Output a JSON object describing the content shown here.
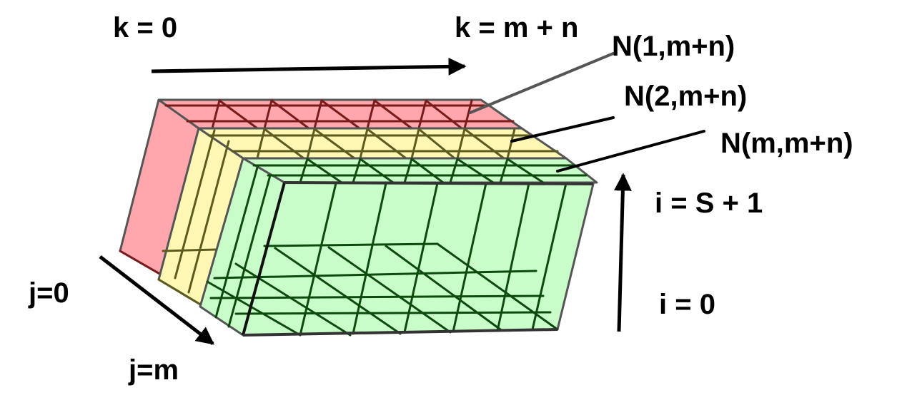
{
  "labels": {
    "k_start": "k = 0",
    "k_end": "k = m + n",
    "layer_1": "N(1,m+n)",
    "layer_2": "N(2,m+n)",
    "layer_m": "N(m,m+n)",
    "i_top": "i = S + 1",
    "i_bottom": "i = 0",
    "j_start": "j=0",
    "j_end": "j=m"
  },
  "colors": {
    "layer_1_fill": "#ffa7ad",
    "layer_1_line": "#7a1a1a",
    "layer_2_fill": "#fff7b3",
    "layer_2_line": "#5c5a1e",
    "layer_m_fill": "#c8fcc8",
    "layer_m_line": "#0d4a0d",
    "arrow": "#000000",
    "leader_1": "#555555"
  },
  "icons": {
    "k_arrow": "arrow-right-icon",
    "i_arrow": "arrow-up-icon",
    "j_arrow": "arrow-down-right-icon"
  }
}
